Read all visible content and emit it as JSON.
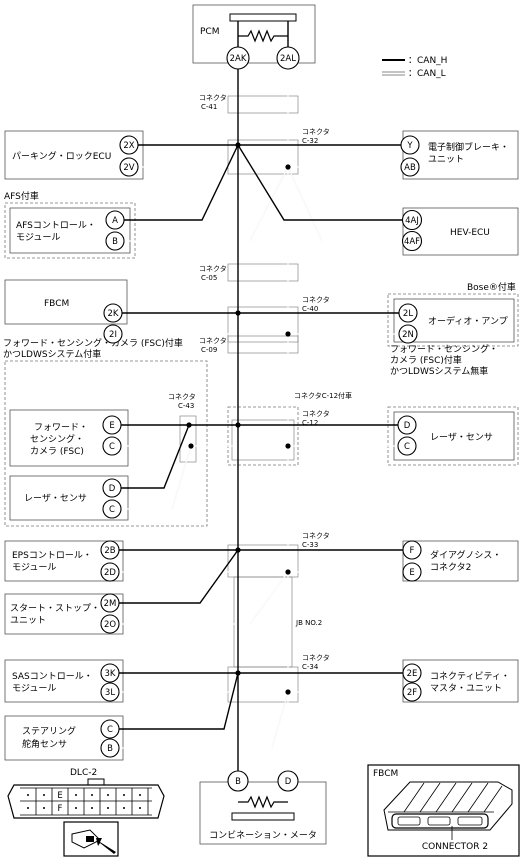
{
  "legend": {
    "can_h": "：CAN_H",
    "can_l": "：CAN_L"
  },
  "connector_word": "コネクタ",
  "top_meter": {
    "label": "PCM",
    "pin_h": "2AK",
    "pin_l": "2AL"
  },
  "bottom_meter": {
    "label": "コンビネーション・メータ",
    "pin_h": "B",
    "pin_l": "D"
  },
  "inline_connectors": {
    "c41": "C-41",
    "c32": "C-32",
    "c05": "C-05",
    "c40": "C-40",
    "c09": "C-09",
    "c12_opt": "コネクタC-12付車",
    "c12": "C-12",
    "c43": "C-43",
    "c33": "C-33",
    "c34": "C-34",
    "jb": "JB NO.2"
  },
  "options": {
    "afs": "AFS付車",
    "bose": "Bose®付車",
    "fsc_with_1": "フォワード・センシング・カメラ (FSC)付車",
    "fsc_with_2": "かつLDWSシステム付車",
    "fsc_without_1": "フォワード・センシング・",
    "fsc_without_2": "カメラ (FSC)付車",
    "fsc_without_3": "かつLDWSシステム無車"
  },
  "modules": {
    "parking": {
      "label": "パーキング・ロックECU",
      "pin_h": "2X",
      "pin_l": "2V"
    },
    "brake": {
      "label1": "電子制御ブレーキ・",
      "label2": "ユニット",
      "pin_h": "Y",
      "pin_l": "AB"
    },
    "afs": {
      "label1": "AFSコントロール・",
      "label2": "モジュール",
      "pin_h": "A",
      "pin_l": "B"
    },
    "hev": {
      "label": "HEV-ECU",
      "pin_h": "4AJ",
      "pin_l": "4AF"
    },
    "fbcm": {
      "label": "FBCM",
      "pin_h": "2K",
      "pin_l": "2I"
    },
    "audio": {
      "label": "オーディオ・アンプ",
      "pin_h": "2L",
      "pin_l": "2N"
    },
    "camera": {
      "label1": "フォワード・",
      "label2": "センシング・",
      "label3": "カメラ (FSC)",
      "pin_h": "E",
      "pin_l": "C"
    },
    "laser_left": {
      "label": "レーザ・センサ",
      "pin_h": "D",
      "pin_l": "C"
    },
    "laser_right": {
      "label": "レーザ・センサ",
      "pin_h": "D",
      "pin_l": "C"
    },
    "eps": {
      "label1": "EPSコントロール・",
      "label2": "モジュール",
      "pin_h": "2B",
      "pin_l": "2D"
    },
    "dlc": {
      "label1": "ダイアグノシス・",
      "label2": "コネクタ2",
      "pin_h": "F",
      "pin_l": "E"
    },
    "start_stop": {
      "label1": "スタート・ストップ・",
      "label2": "ユニット",
      "pin_h": "2M",
      "pin_l": "2O"
    },
    "sas": {
      "label1": "SASコントロール・",
      "label2": "モジュール",
      "pin_h": "3K",
      "pin_l": "3L"
    },
    "connectivity": {
      "label1": "コネクティビティ・",
      "label2": "マスタ・ユニット",
      "pin_h": "2E",
      "pin_l": "2F"
    },
    "steering": {
      "label1": "ステアリング",
      "label2": "舵角センサ",
      "pin_h": "C",
      "pin_l": "B"
    }
  },
  "dlc2_figure": {
    "title": "DLC-2",
    "pin_e": "E",
    "pin_f": "F"
  },
  "fbcm_figure": {
    "title": "FBCM",
    "caption": "CONNECTOR 2"
  }
}
